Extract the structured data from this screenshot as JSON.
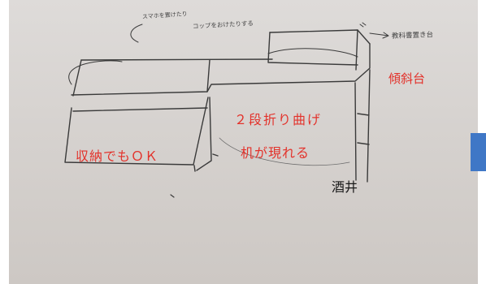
{
  "labels": {
    "tilt_stand": "傾斜台",
    "fold_desk_line1": "２段折り曲げ",
    "fold_desk_line2": "机が現れる",
    "storage_ok": "収納でもＯＫ",
    "author": "酒井"
  },
  "handwritten_notes": {
    "top_note_line1": "スマホを置けたり",
    "top_note_line2": "コップをおけたりする",
    "textbook_note": "教科書置き台"
  },
  "colors": {
    "annotation_red": "#e3322b",
    "pencil": "#3a3a3a",
    "paper": "#d6d2cf",
    "side_tab": "#3f77c6"
  }
}
